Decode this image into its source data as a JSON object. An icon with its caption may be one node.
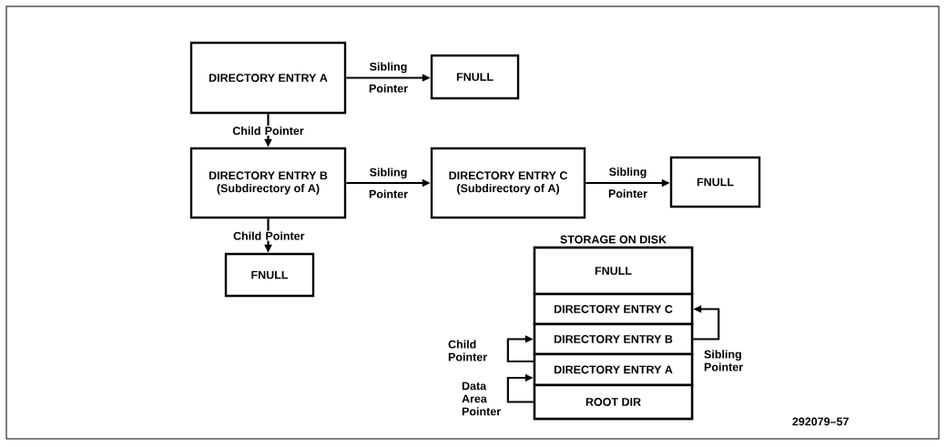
{
  "diagram": {
    "nodes": [
      {
        "text": [
          "DIRECTORY ENTRY A"
        ]
      },
      {
        "text": [
          "FNULL"
        ]
      },
      {
        "text": [
          "DIRECTORY ENTRY B",
          "(Subdirectory of A)"
        ]
      },
      {
        "text": [
          "DIRECTORY ENTRY C",
          "(Subdirectory of A)"
        ]
      },
      {
        "text": [
          "FNULL"
        ]
      },
      {
        "text": [
          "FNULL"
        ]
      },
      {
        "text": [
          "STORAGE ON DISK"
        ]
      },
      {
        "text": [
          "FNULL"
        ],
        "in": 6
      },
      {
        "text": [
          "DIRECTORY ENTRY C"
        ],
        "in": 6
      },
      {
        "text": [
          "DIRECTORY ENTRY B"
        ],
        "in": 6
      },
      {
        "text": [
          "DIRECTORY ENTRY A"
        ],
        "in": 6
      },
      {
        "text": [
          "ROOT DIR"
        ],
        "in": 6
      }
    ],
    "edges": [
      {
        "from": 0,
        "to": 1,
        "arrow": "to",
        "label": "Sibling Pointer"
      },
      {
        "from": 0,
        "to": 2,
        "arrow": "to",
        "label": "Child Pointer"
      },
      {
        "from": 2,
        "to": 3,
        "arrow": "to",
        "label": "Sibling Pointer"
      },
      {
        "from": 3,
        "to": 4,
        "arrow": "to",
        "label": "Sibling Pointer"
      },
      {
        "from": 2,
        "to": 5,
        "arrow": "to",
        "label": "Child Pointer"
      },
      {
        "from": 9,
        "to": 8,
        "arrow": "to",
        "label": "Sibling Pointer"
      },
      {
        "from": 10,
        "to": 9,
        "arrow": "to",
        "label": "Child Pointer"
      },
      {
        "from": 11,
        "to": 10,
        "arrow": "to",
        "label": "Data Area Pointer"
      }
    ],
    "labels": [
      "292079–57"
    ]
  }
}
